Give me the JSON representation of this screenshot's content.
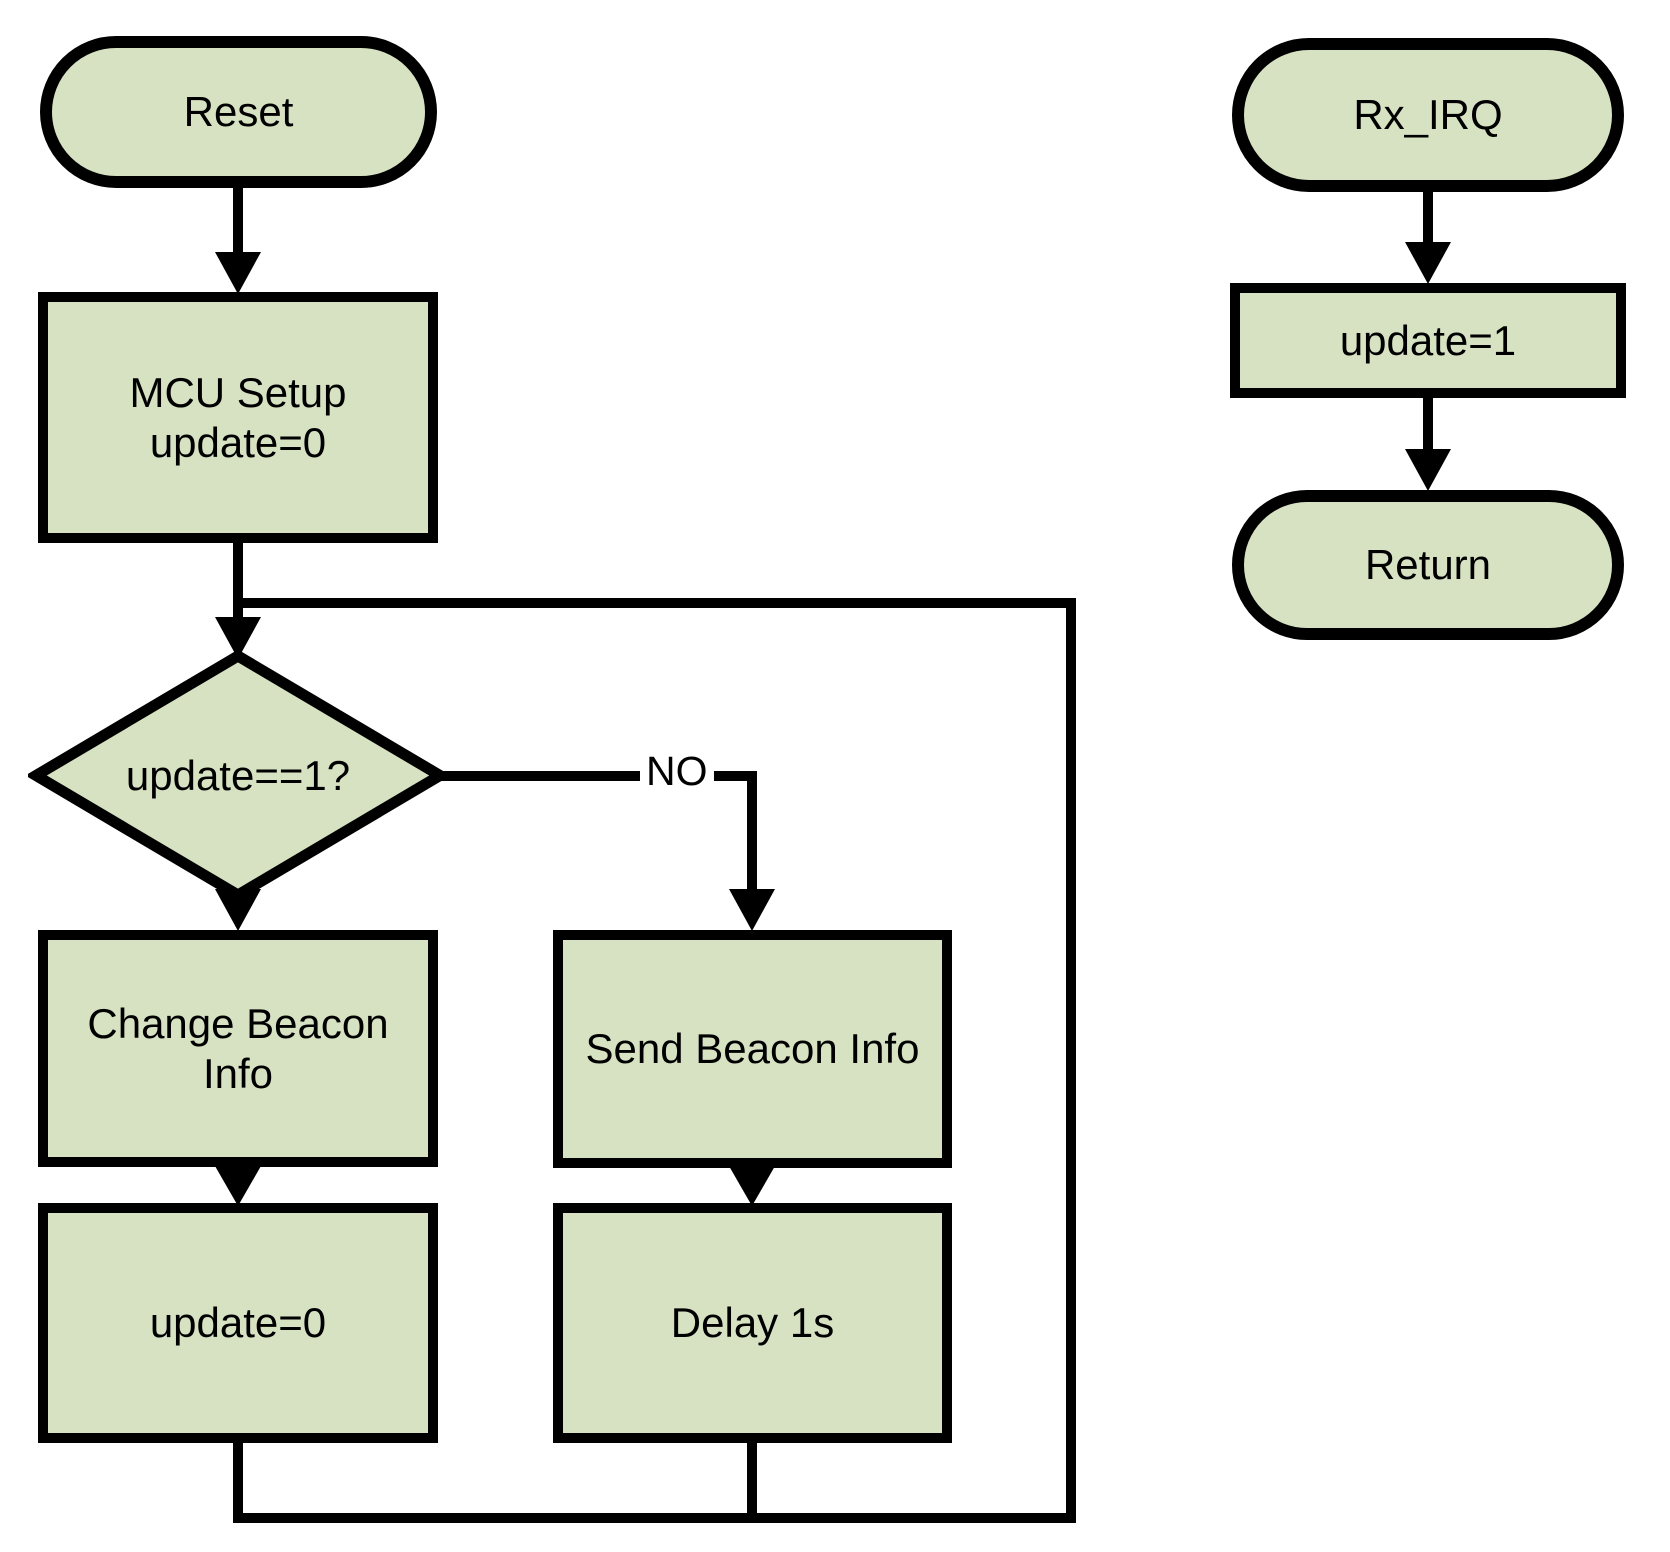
{
  "palette": {
    "node_fill": "#d6e2c2",
    "stroke": "#000000",
    "background": "#ffffff"
  },
  "main_flow": {
    "reset_label": "Reset",
    "mcu_setup_line1": "MCU Setup",
    "mcu_setup_line2": "update=0",
    "decision_label": "update==1?",
    "no_branch_label": "NO",
    "change_beacon_label": "Change Beacon Info",
    "update0_label": "update=0",
    "send_beacon_label": "Send Beacon Info",
    "delay_label": "Delay 1s"
  },
  "irq_flow": {
    "rx_irq_label": "Rx_IRQ",
    "update1_label": "update=1",
    "return_label": "Return"
  }
}
